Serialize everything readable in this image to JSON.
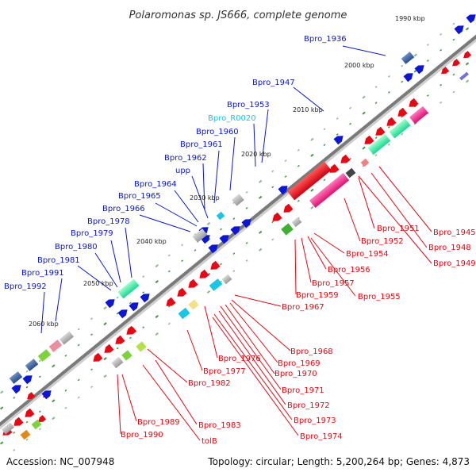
{
  "title": "Polaromonas sp. JS666, complete genome",
  "footer": {
    "accession": "Accession: NC_007948",
    "summary": "Topology: circular; Length: 5,200,264 bp; Genes: 4,873"
  },
  "kbp_labels": [
    "1990 kbp",
    "2000 kbp",
    "2010 kbp",
    "2020 kbp",
    "2030 kbp",
    "2040 kbp",
    "2050 kbp",
    "2060 kbp"
  ],
  "labels_upper": [
    "Bpro_1936",
    "Bpro_1947",
    "Bpro_1953",
    "Bpro_R0020",
    "Bpro_1960",
    "Bpro_1961",
    "Bpro_1962",
    "upp",
    "Bpro_1964",
    "Bpro_1965",
    "Bpro_1966",
    "Bpro_1978",
    "Bpro_1979",
    "Bpro_1980",
    "Bpro_1981",
    "Bpro_1991",
    "Bpro_1992"
  ],
  "labels_lower": [
    "Bpro_1945",
    "Bpro_1948",
    "Bpro_1949",
    "Bpro_1951",
    "Bpro_1952",
    "Bpro_1954",
    "Bpro_1956",
    "Bpro_1957",
    "Bpro_1955",
    "Bpro_1959",
    "Bpro_1967",
    "Bpro_1968",
    "Bpro_1969",
    "Bpro_1970",
    "Bpro_1971",
    "Bpro_1972",
    "Bpro_1973",
    "Bpro_1974",
    "Bpro_1976",
    "Bpro_1977",
    "Bpro_1982",
    "Bpro_1983",
    "Bpro_1989",
    "Bpro_1990",
    "tolB"
  ],
  "colors": {
    "forward_gene": "#0b16d6",
    "reverse_gene": "#e80712",
    "rna_gene": "#19c6e6",
    "backbone": "#7a7a7a",
    "tick": "#1a8a1a"
  }
}
